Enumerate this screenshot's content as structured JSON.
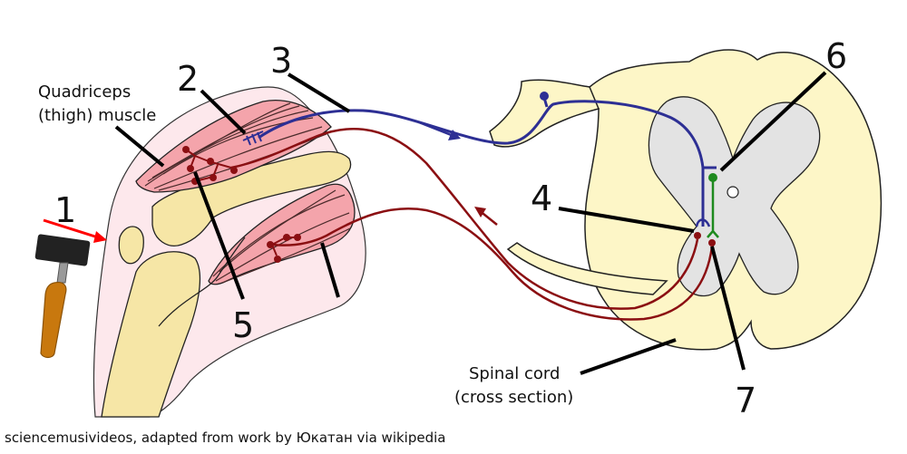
{
  "labels": {
    "n1": "1",
    "n2": "2",
    "n3": "3",
    "n4": "4",
    "n5": "5",
    "n6": "6",
    "n7": "7",
    "muscle_line1": "Quadriceps",
    "muscle_line2": "(thigh) muscle",
    "spinal_line1": "Spinal cord",
    "spinal_line2": "(cross section)"
  },
  "credit": "sciencemusivideos, adapted from work by Юкатан via wikipedia",
  "colors": {
    "sensory": "#2d2f94",
    "motor": "#8b0f12",
    "interneuron": "#1e8a1e",
    "muscle": "#f4a4ab",
    "bone": "#f6e6a6",
    "skin": "#fde8ec",
    "grey_matter": "#e3e3e3",
    "white_matter": "#fdf6c7",
    "hammer_handle": "#c8780e",
    "arrow_red": "#ff0000"
  }
}
